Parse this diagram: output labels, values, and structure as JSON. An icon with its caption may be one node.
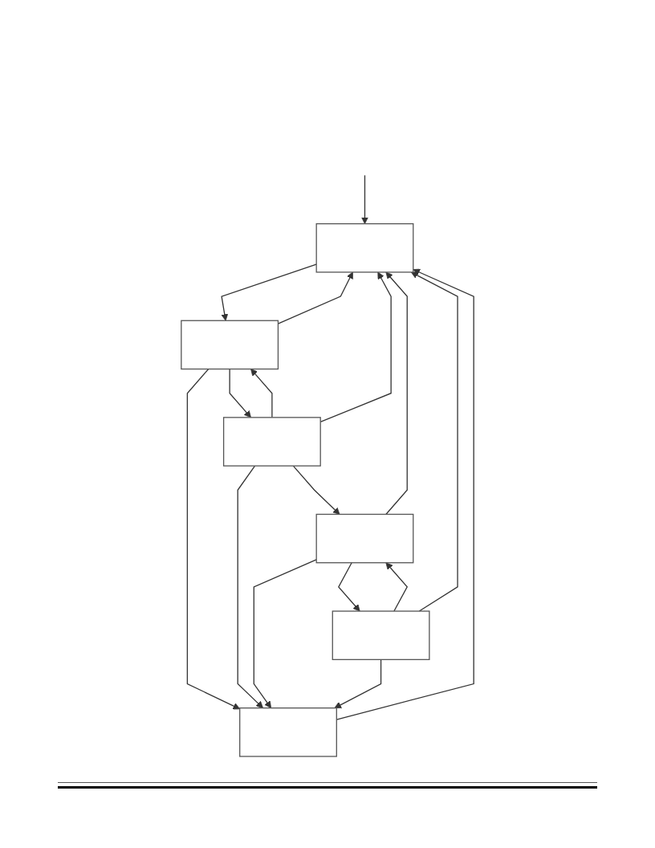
{
  "diagram": {
    "nodes": [
      {
        "text": [],
        "shape": "box"
      },
      {
        "text": [],
        "shape": "box"
      },
      {
        "text": [],
        "shape": "box"
      },
      {
        "text": [],
        "shape": "box"
      },
      {
        "text": [],
        "shape": "box"
      },
      {
        "text": [],
        "shape": "box"
      }
    ],
    "edges": [
      {
        "from": null,
        "to": 0,
        "arrow": "to"
      },
      {
        "from": 0,
        "to": 1,
        "arrow": "to"
      },
      {
        "from": 1,
        "to": 3,
        "arrow": "to"
      },
      {
        "from": 3,
        "to": 1,
        "arrow": "to"
      },
      {
        "from": 3,
        "to": 4,
        "arrow": "to"
      },
      {
        "from": 4,
        "to": 5,
        "arrow": "to"
      },
      {
        "from": 5,
        "to": 4,
        "arrow": "to"
      },
      {
        "from": 1,
        "to": 0,
        "arrow": "to"
      },
      {
        "from": 3,
        "to": 0,
        "arrow": "to"
      },
      {
        "from": 4,
        "to": 0,
        "arrow": "to"
      },
      {
        "from": 5,
        "to": 0,
        "arrow": "to"
      },
      {
        "from": 1,
        "to": 2,
        "arrow": "to"
      },
      {
        "from": 3,
        "to": 2,
        "arrow": "to"
      },
      {
        "from": 4,
        "to": 2,
        "arrow": "to"
      },
      {
        "from": 5,
        "to": 2,
        "arrow": "to"
      },
      {
        "from": 2,
        "to": 0,
        "arrow": "to"
      }
    ]
  }
}
